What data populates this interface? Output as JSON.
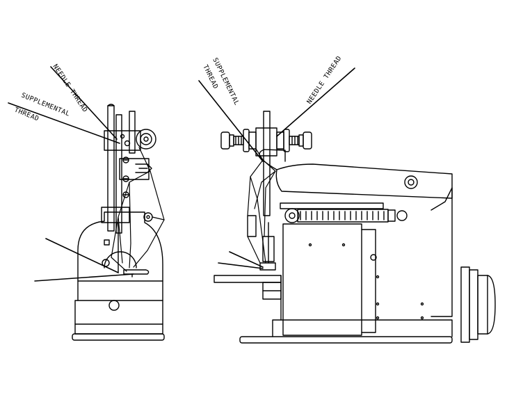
{
  "labels": {
    "front_needle_thread": "NEEDLE THREAD",
    "front_supplemental_line1": "SUPPLEMENTAL",
    "front_supplemental_line2": "THREAD",
    "side_supplemental_line1": "SUPPLEMENTAL",
    "side_supplemental_line2": "THREAD",
    "side_needle_thread": "NEEDLE THREAD"
  }
}
